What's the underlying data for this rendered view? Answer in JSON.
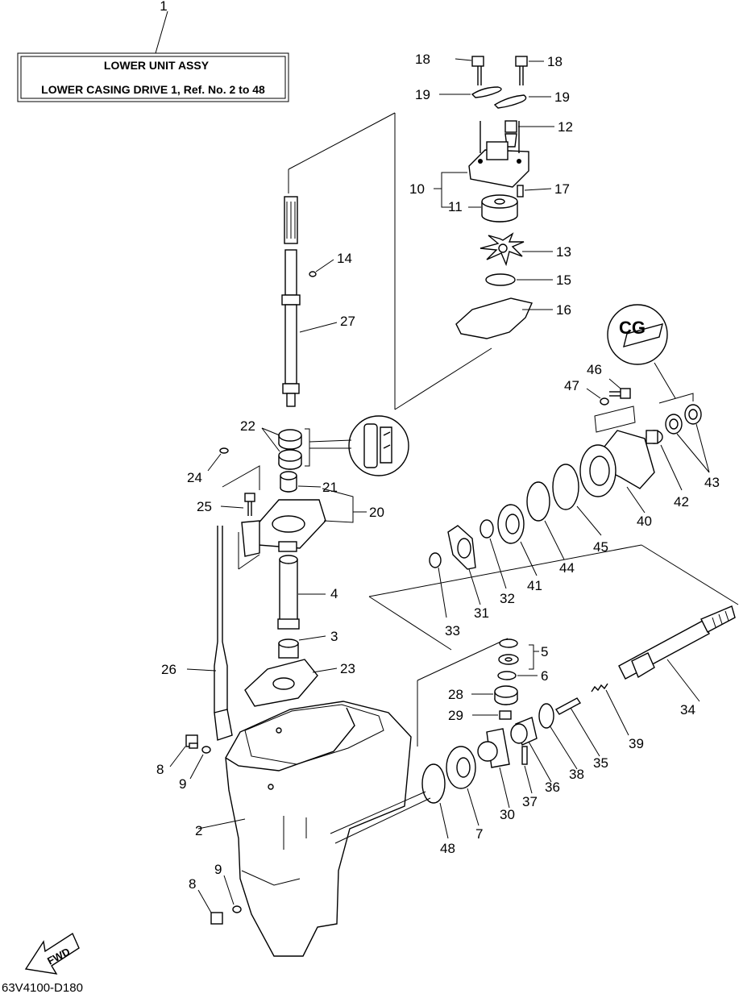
{
  "title_box": {
    "title": "LOWER UNIT ASSY",
    "subtitle": "LOWER CASING DRIVE 1, Ref. No. 2 to 48",
    "ref": "1"
  },
  "diagram_code": "63V4100-D180",
  "fwd_label": "FWD",
  "seal_callout": "CG",
  "callouts": [
    {
      "id": "c2",
      "text": "2"
    },
    {
      "id": "c3",
      "text": "3"
    },
    {
      "id": "c4",
      "text": "4"
    },
    {
      "id": "c5",
      "text": "5"
    },
    {
      "id": "c6",
      "text": "6"
    },
    {
      "id": "c7",
      "text": "7"
    },
    {
      "id": "c8a",
      "text": "8"
    },
    {
      "id": "c8b",
      "text": "8"
    },
    {
      "id": "c9a",
      "text": "9"
    },
    {
      "id": "c9b",
      "text": "9"
    },
    {
      "id": "c10",
      "text": "10"
    },
    {
      "id": "c11",
      "text": "11"
    },
    {
      "id": "c12",
      "text": "12"
    },
    {
      "id": "c13",
      "text": "13"
    },
    {
      "id": "c14",
      "text": "14"
    },
    {
      "id": "c15",
      "text": "15"
    },
    {
      "id": "c16",
      "text": "16"
    },
    {
      "id": "c17",
      "text": "17"
    },
    {
      "id": "c18a",
      "text": "18"
    },
    {
      "id": "c18b",
      "text": "18"
    },
    {
      "id": "c19a",
      "text": "19"
    },
    {
      "id": "c19b",
      "text": "19"
    },
    {
      "id": "c20",
      "text": "20"
    },
    {
      "id": "c21",
      "text": "21"
    },
    {
      "id": "c22",
      "text": "22"
    },
    {
      "id": "c23",
      "text": "23"
    },
    {
      "id": "c24",
      "text": "24"
    },
    {
      "id": "c25",
      "text": "25"
    },
    {
      "id": "c26",
      "text": "26"
    },
    {
      "id": "c27",
      "text": "27"
    },
    {
      "id": "c28",
      "text": "28"
    },
    {
      "id": "c29",
      "text": "29"
    },
    {
      "id": "c30",
      "text": "30"
    },
    {
      "id": "c31",
      "text": "31"
    },
    {
      "id": "c32",
      "text": "32"
    },
    {
      "id": "c33",
      "text": "33"
    },
    {
      "id": "c34",
      "text": "34"
    },
    {
      "id": "c35",
      "text": "35"
    },
    {
      "id": "c36",
      "text": "36"
    },
    {
      "id": "c37",
      "text": "37"
    },
    {
      "id": "c38",
      "text": "38"
    },
    {
      "id": "c39",
      "text": "39"
    },
    {
      "id": "c40",
      "text": "40"
    },
    {
      "id": "c41",
      "text": "41"
    },
    {
      "id": "c42",
      "text": "42"
    },
    {
      "id": "c43",
      "text": "43"
    },
    {
      "id": "c44",
      "text": "44"
    },
    {
      "id": "c45",
      "text": "45"
    },
    {
      "id": "c46",
      "text": "46"
    },
    {
      "id": "c47",
      "text": "47"
    },
    {
      "id": "c48",
      "text": "48"
    }
  ]
}
